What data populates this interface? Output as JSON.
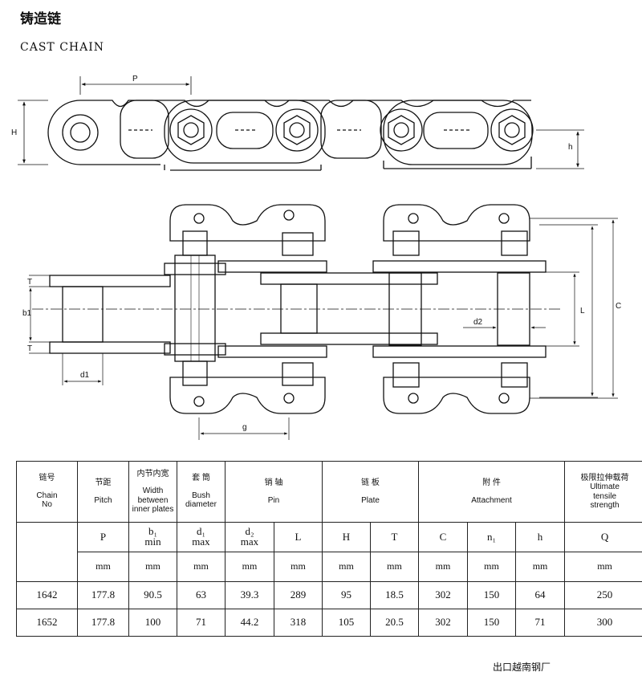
{
  "title_cn": "铸造链",
  "title_en": "CAST CHAIN",
  "drawing_labels": {
    "P": "P",
    "H": "H",
    "h": "h",
    "T": "T",
    "b1": "b1",
    "d1": "d1",
    "d2": "d2",
    "g": "g",
    "L": "L",
    "C": "C"
  },
  "table": {
    "headers": {
      "chain_no": {
        "cn": "链号",
        "en1": "Chain",
        "en2": "No"
      },
      "pitch": {
        "cn": "节距",
        "en1": "Pitch"
      },
      "width": {
        "cn": "内节内宽",
        "en1": "Width",
        "en2": "between",
        "en3": "inner plates"
      },
      "bush": {
        "cn": "套 筒",
        "en1": "Bush",
        "en2": "diameter"
      },
      "pin": {
        "cn": "销   轴",
        "en1": "Pin"
      },
      "plate": {
        "cn": "链   板",
        "en1": "Plate"
      },
      "attachment": {
        "cn": "附   件",
        "en1": "Attachment"
      },
      "strength": {
        "cn": "极限拉伸载荷",
        "en1": "Ultimate",
        "en2": "tensile",
        "en3": "strength"
      }
    },
    "symbols": {
      "P": "P",
      "b1_a": "b₁",
      "b1_b": "min",
      "d1_a": "d₁",
      "d1_b": "max",
      "d2_a": "d₂",
      "d2_b": "max",
      "L": "L",
      "H": "H",
      "T": "T",
      "C": "C",
      "n1": "n₁",
      "h": "h",
      "Q": "Q"
    },
    "unit": "mm",
    "rows": [
      {
        "no": "1642",
        "P": "177.8",
        "b1": "90.5",
        "d1": "63",
        "d2": "39.3",
        "L": "289",
        "H": "95",
        "T": "18.5",
        "C": "302",
        "n1": "150",
        "h": "64",
        "Q": "250"
      },
      {
        "no": "1652",
        "P": "177.8",
        "b1": "100",
        "d1": "71",
        "d2": "44.2",
        "L": "318",
        "H": "105",
        "T": "20.5",
        "C": "302",
        "n1": "150",
        "h": "71",
        "Q": "300"
      }
    ]
  },
  "footer": "出口越南钢厂"
}
